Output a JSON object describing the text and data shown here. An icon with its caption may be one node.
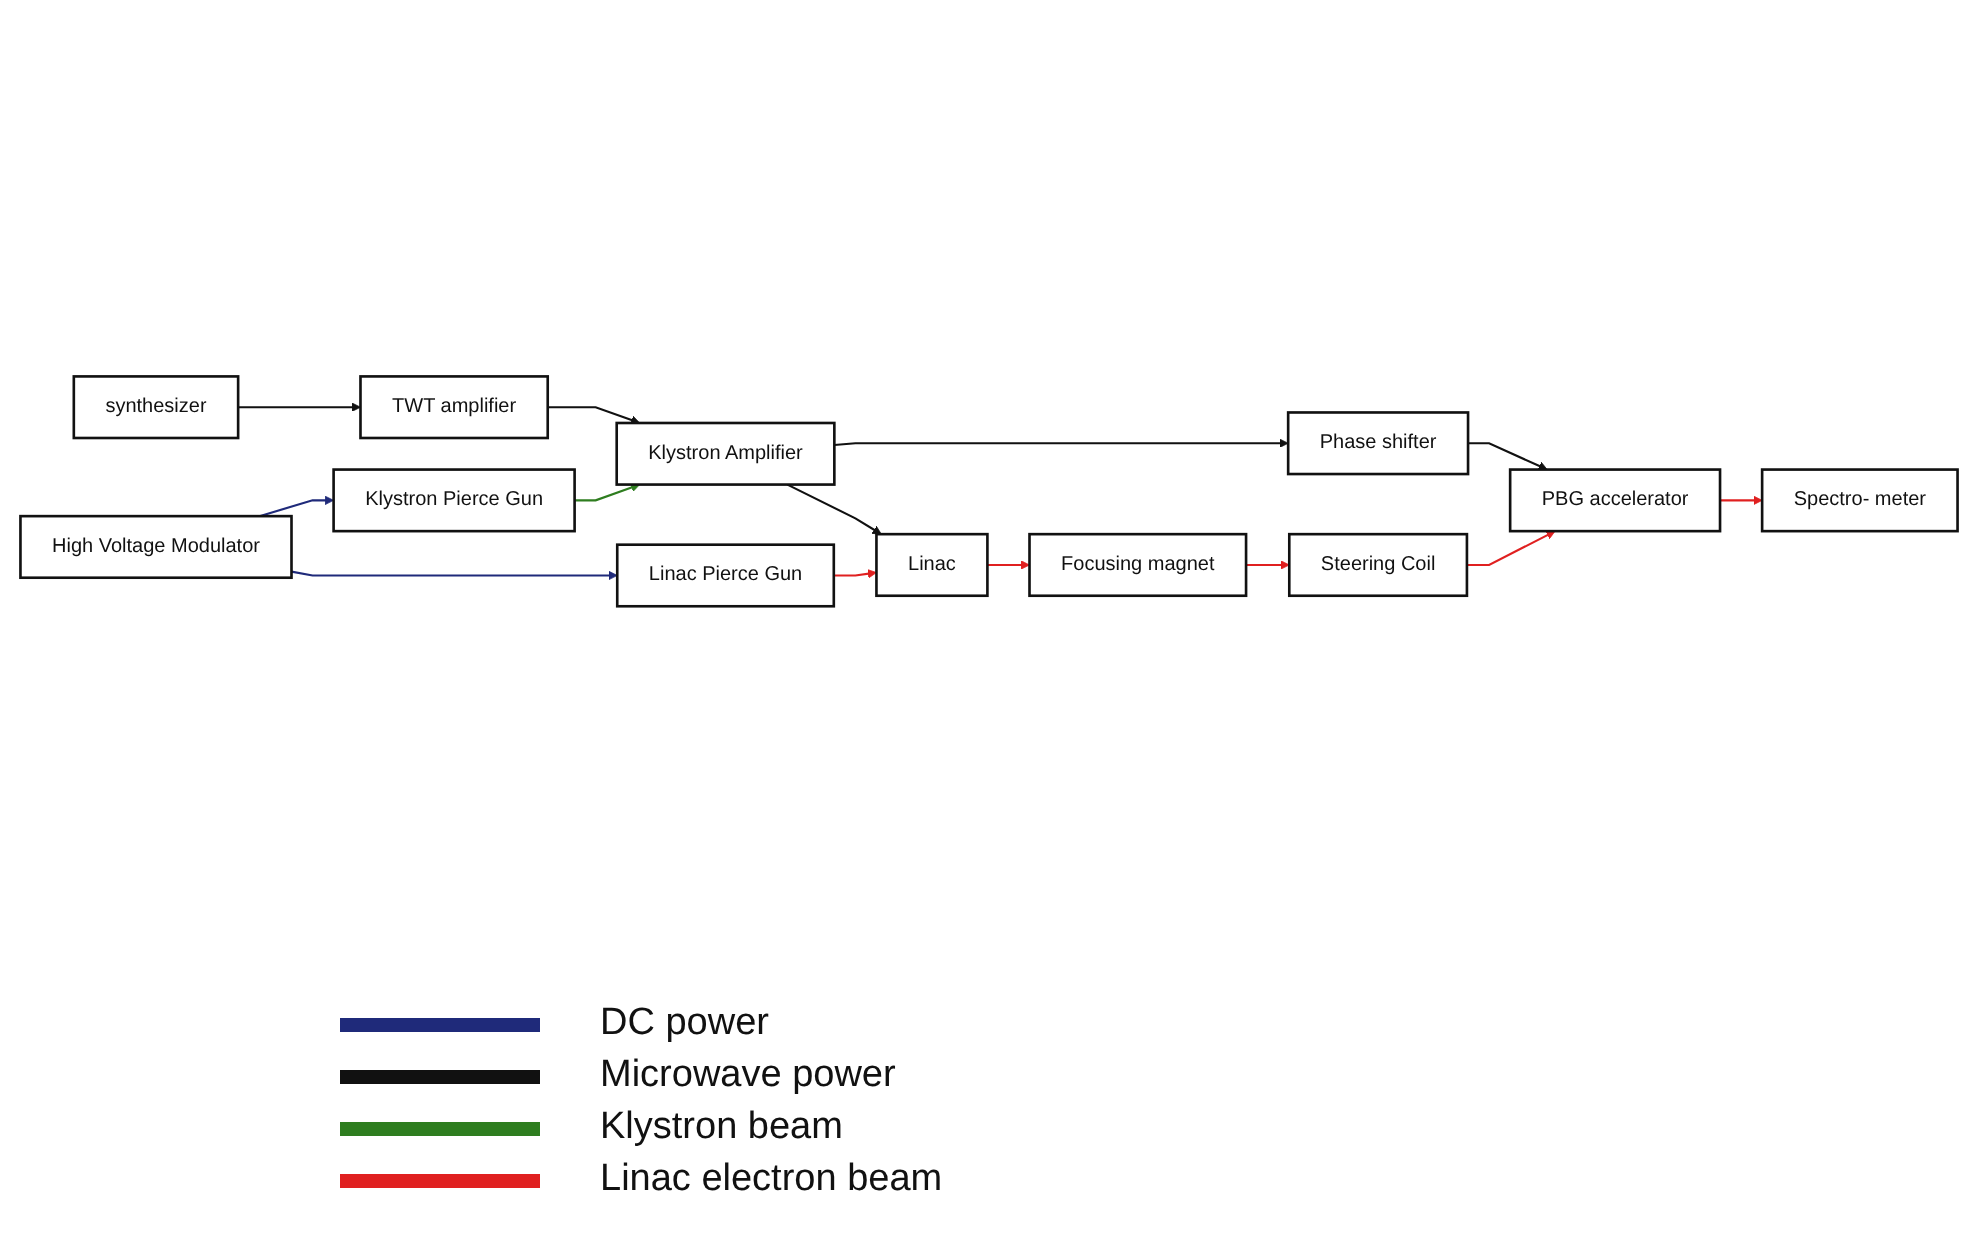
{
  "diagram": {
    "nodes": [
      {
        "text": [
          "synthesizer"
        ]
      },
      {
        "text": [
          "TWT amplifier"
        ]
      },
      {
        "text": [
          "Klystron Pierce Gun"
        ]
      },
      {
        "text": [
          "Klystron Amplifier"
        ]
      },
      {
        "text": [
          "Phase shifter"
        ]
      },
      {
        "text": [
          "High Voltage Modulator"
        ]
      },
      {
        "text": [
          "Linac Pierce Gun"
        ]
      },
      {
        "text": [
          "Linac"
        ]
      },
      {
        "text": [
          "Focusing magnet"
        ]
      },
      {
        "text": [
          "Steering Coil"
        ]
      },
      {
        "text": [
          "PBG accelerator"
        ]
      },
      {
        "text": [
          "Spectro- meter"
        ]
      }
    ],
    "edges": [
      {
        "from": 0,
        "to": 1,
        "arrow": "to"
      },
      {
        "from": 1,
        "to": 3,
        "arrow": "to"
      },
      {
        "from": 5,
        "to": 2,
        "arrow": "to",
        "color": "#1f2a7a"
      },
      {
        "from": 2,
        "to": 3,
        "arrow": "to",
        "color": "#2e7d1f"
      },
      {
        "from": 3,
        "to": 4,
        "arrow": "to"
      },
      {
        "from": 3,
        "to": 7,
        "arrow": "to"
      },
      {
        "from": 4,
        "to": 10,
        "arrow": "to"
      },
      {
        "from": 5,
        "to": 6,
        "arrow": "to",
        "color": "#1f2a7a"
      },
      {
        "from": 6,
        "to": 7,
        "arrow": "to",
        "color": "#e02020"
      },
      {
        "from": 7,
        "to": 8,
        "arrow": "to",
        "color": "#e02020"
      },
      {
        "from": 8,
        "to": 9,
        "arrow": "to",
        "color": "#e02020"
      },
      {
        "from": 9,
        "to": 10,
        "arrow": "to",
        "color": "#e02020"
      },
      {
        "from": 10,
        "to": 11,
        "arrow": "to",
        "color": "#e02020"
      }
    ],
    "legend": [
      {
        "text": "DC power",
        "color": "#1f2a7a"
      },
      {
        "text": "Microwave power",
        "color": "#111111"
      },
      {
        "text": "Klystron beam",
        "color": "#2e7d1f"
      },
      {
        "text": "Linac electron beam",
        "color": "#e02020"
      }
    ]
  }
}
